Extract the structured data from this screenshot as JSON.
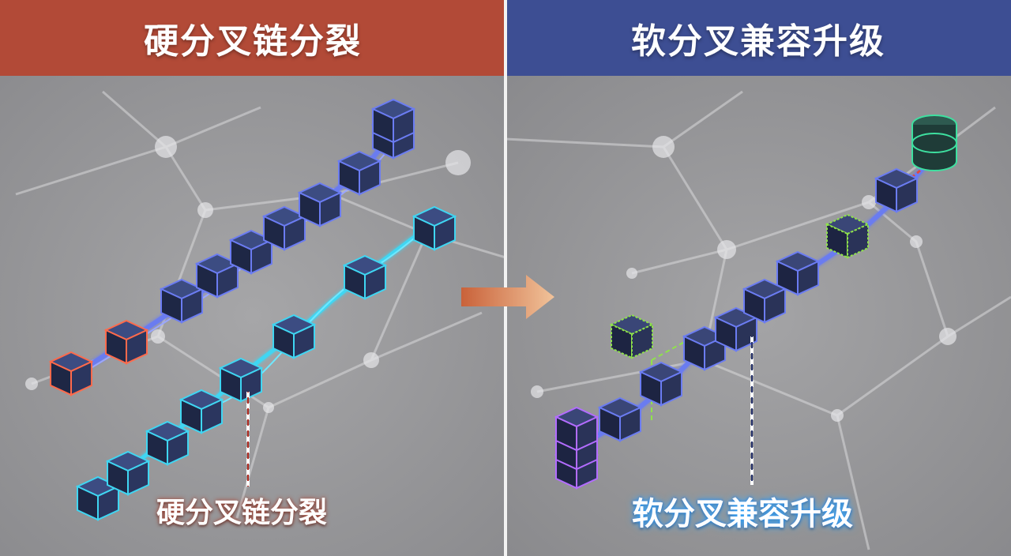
{
  "header": {
    "left_title": "硬分叉链分裂",
    "right_title": "软分叉兼容升级"
  },
  "labels": {
    "hard_fork_caption": "硬分叉链分裂",
    "soft_fork_caption": "软分叉兼容升级"
  },
  "colors": {
    "hard_banner": "#b24a37",
    "soft_banner": "#3d4e93",
    "hard_block_outdated": "#e0553c",
    "main_chain_block": "#5b6de0",
    "forked_chain_block": "#3fd6f2",
    "soft_upgrade_node": "#8fe34a",
    "soft_genesis_block": "#9b54e6",
    "soft_database": "#3ee0a0"
  },
  "icons": {
    "transition": "arrow-right-icon",
    "blocks": "block-cube-icon",
    "database": "database-icon"
  }
}
